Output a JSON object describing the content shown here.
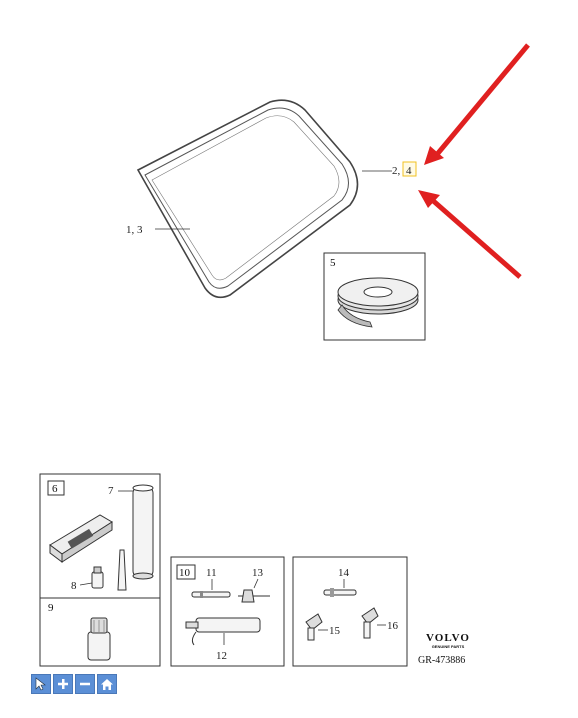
{
  "diagram": {
    "callouts": {
      "glass_main": "1, 3",
      "seal_part": "2,",
      "seal_highlight": "4",
      "tape_box": "5",
      "kit_box": "6",
      "cartridge": "7",
      "bottle_small": "8",
      "primer_box": "9",
      "tool_box": "10",
      "tool_11": "11",
      "tool_12": "12",
      "tool_13": "13",
      "clip_14": "14",
      "clip_15": "15",
      "clip_16": "16"
    },
    "brand": {
      "logo": "VOLVO",
      "tagline": "GENUINE PARTS",
      "reference": "GR-473886"
    },
    "annotation_color": "#e02020",
    "highlight_color": "#f0c020"
  },
  "toolbar": {
    "buttons": [
      {
        "icon": "cursor-icon"
      },
      {
        "icon": "zoom-in-icon"
      },
      {
        "icon": "zoom-out-icon"
      },
      {
        "icon": "home-icon"
      }
    ],
    "button_color": "#5b8fd6"
  }
}
